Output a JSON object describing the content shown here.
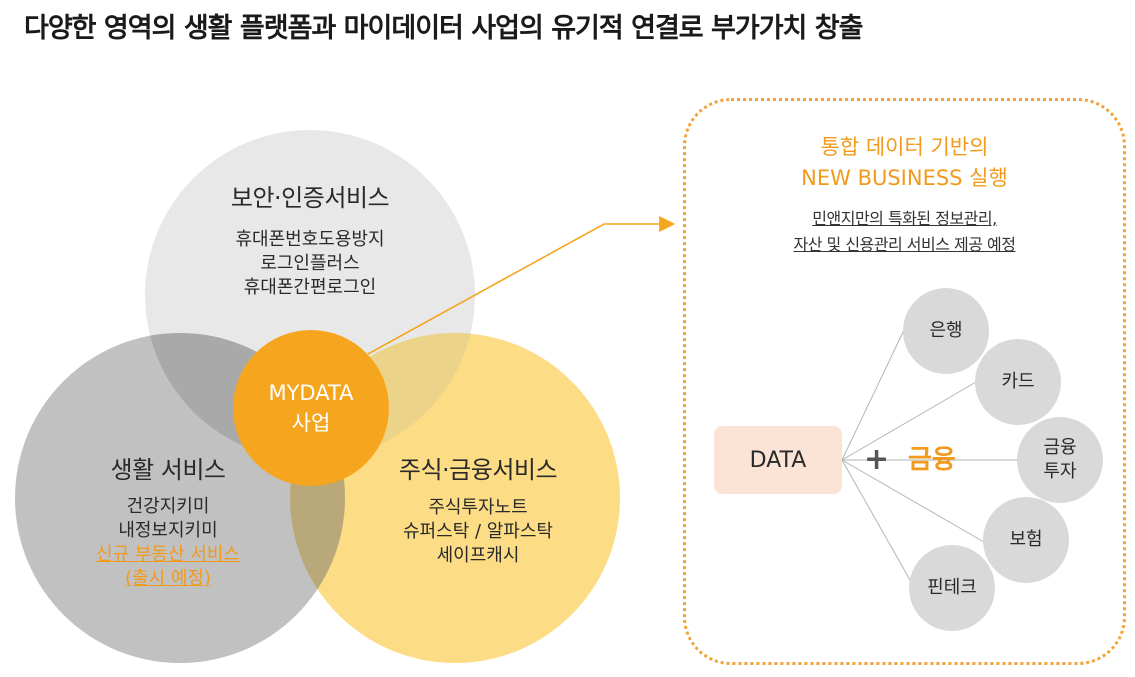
{
  "title": "다양한 영역의 생활 플랫폼과 마이데이터 사업의 유기적 연결로 부가가치 창출",
  "venn": {
    "security": {
      "title": "보안·인증서비스",
      "items": [
        "휴대폰번호도용방지",
        "로그인플러스",
        "휴대폰간편로그인"
      ]
    },
    "life": {
      "title": "생활 서비스",
      "items": [
        "건강지키미",
        "내정보지키미"
      ],
      "new_items": [
        "신규 부동산 서비스",
        "(출시 예정)"
      ]
    },
    "finance": {
      "title": "주식·금융서비스",
      "items": [
        "주식투자노트",
        "슈퍼스탁 / 알파스탁",
        "세이프캐시"
      ]
    },
    "center": {
      "line1": "MYDATA",
      "line2": "사업"
    }
  },
  "panel": {
    "heading_line1": "통합 데이터 기반의",
    "heading_line2": "NEW BUSINESS 실행",
    "sub_line1": "민앤지만의 특화된 정보관리,",
    "sub_line2": "자산 및 신용관리 서비스 제공 예정",
    "data_label": "DATA",
    "plus": "+",
    "finance_label": "금융",
    "nodes": {
      "bank": "은행",
      "card": "카드",
      "invest_1": "금융",
      "invest_2": "투자",
      "insurance": "보험",
      "fintech": "핀테크"
    }
  },
  "colors": {
    "security_circle": "#e8e8e8",
    "life_circle": "#bcbcbc",
    "finance_circle": "#fcd97a",
    "mydata_circle": "#f5a61e",
    "accent_orange": "#f29a1b",
    "data_box": "#fbe3d6",
    "node_gray": "#d9d9d9"
  }
}
